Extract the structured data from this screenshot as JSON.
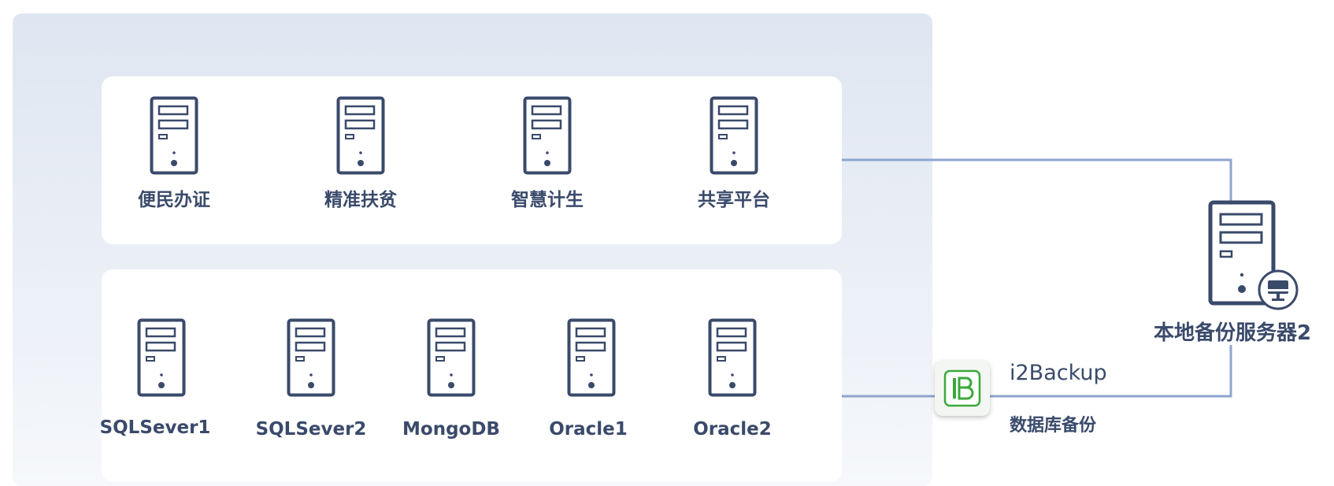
{
  "top_group": {
    "nodes": [
      {
        "label": "便民办证",
        "icon": "server-icon"
      },
      {
        "label": "精准扶贫",
        "icon": "server-icon"
      },
      {
        "label": "智慧计生",
        "icon": "server-icon"
      },
      {
        "label": "共享平台",
        "icon": "server-icon"
      }
    ]
  },
  "bottom_group": {
    "nodes": [
      {
        "label": "SQLSever1",
        "icon": "server-icon"
      },
      {
        "label": "SQLSever2",
        "icon": "server-icon"
      },
      {
        "label": "MongoDB",
        "icon": "server-icon"
      },
      {
        "label": "Oracle1",
        "icon": "server-icon"
      },
      {
        "label": "Oracle2",
        "icon": "server-icon"
      }
    ]
  },
  "backup_server": {
    "label": "本地备份服务器2",
    "icon": "server-icon",
    "badge_icon": "monitor-icon"
  },
  "backup_app": {
    "name": "i2Backup",
    "caption": "数据库备份",
    "icon": "i2backup-logo-icon"
  },
  "colors": {
    "server_stroke": "#3a4a6b",
    "connector": "#8ea5cf",
    "panel_bg": "#e3e9f3",
    "card_bg": "#ffffff",
    "app_logo": "#3aa83a"
  }
}
